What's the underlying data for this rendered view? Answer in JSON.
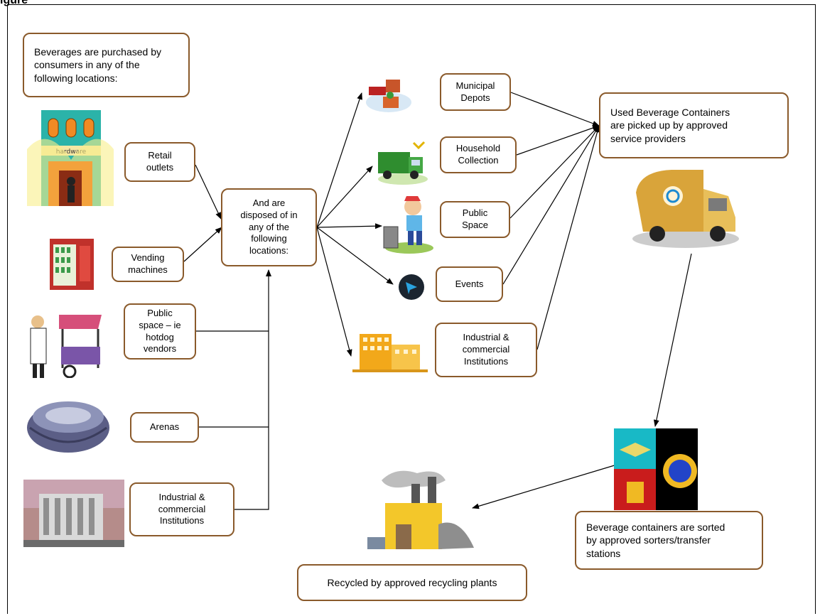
{
  "header": {
    "label": "igure"
  },
  "boxes": {
    "purchased": "Beverages are purchased by\nconsumers in any of the\nfollowing locations:",
    "retail": "Retail\noutlets",
    "vending": "Vending\nmachines",
    "public_vendors": "Public\nspace – ie\nhotdog\nvendors",
    "arenas": "Arenas",
    "industrial_left": "Industrial &\ncommercial\nInstitutions",
    "disposed": "And are\ndisposed of in\nany of the\nfollowing\nlocations:",
    "municipal": "Municipal\nDepots",
    "household": "Household\nCollection",
    "public_space": "Public\nSpace",
    "events": "Events",
    "industrial_right": "Industrial &\ncommercial\nInstitutions",
    "pickup": "Used Beverage Containers\nare picked up by approved\nservice providers",
    "sorted": "Beverage containers are sorted\nby approved sorters/transfer\nstations",
    "recycled": "Recycled by approved recycling plants"
  },
  "icons": {
    "hardware_store": "hardware-store-icon",
    "vending_machine": "vending-machine-icon",
    "hotdog_vendor": "hotdog-vendor-icon",
    "arena": "arena-icon",
    "office_building": "office-building-icon",
    "depot": "depot-icon",
    "garbage_truck": "garbage-truck-icon",
    "child_bin": "child-bin-icon",
    "event_flag": "event-flag-icon",
    "factory_building": "factory-building-icon",
    "recycling_truck": "recycling-truck-icon",
    "sorting": "sorting-icon",
    "recycling_plant": "recycling-plant-icon",
    "hardware_sign": "hardware"
  },
  "colors": {
    "box_border": "#8a5a2b",
    "arrow": "#000000"
  }
}
